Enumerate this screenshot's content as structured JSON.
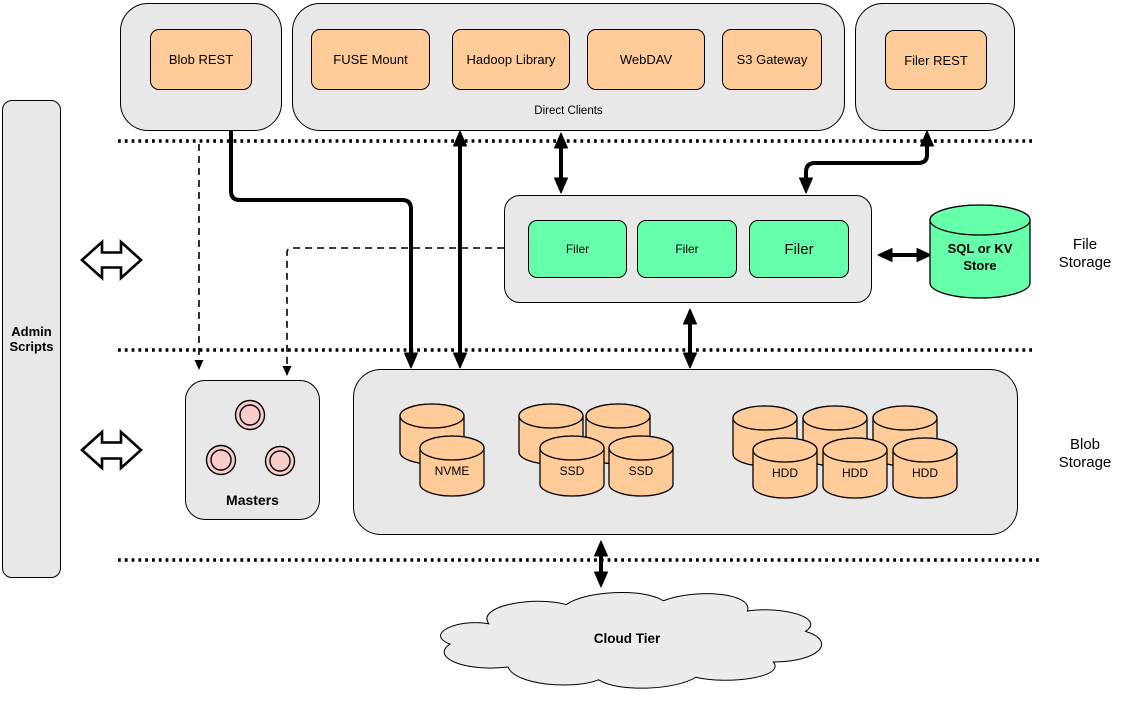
{
  "colors": {
    "box_orange": "#FFCC99",
    "box_green": "#66FFAA",
    "master_pink": "#F8CECC",
    "container_grey": "#E8E8E8",
    "cloud_grey": "#ECECEC",
    "stroke": "#000000"
  },
  "admin": {
    "label": "Admin Scripts"
  },
  "top": {
    "blob_rest": "Blob REST",
    "direct_clients_label": "Direct Clients",
    "direct_clients": [
      "FUSE Mount",
      "Hadoop Library",
      "WebDAV",
      "S3 Gateway"
    ],
    "filer_rest": "Filer REST"
  },
  "file_storage": {
    "section": "File Storage",
    "filers": [
      "Filer",
      "Filer",
      "Filer"
    ],
    "store": "SQL or KV Store"
  },
  "blob_storage": {
    "section": "Blob Storage",
    "masters": "Masters",
    "nvme": "NVME",
    "ssd": [
      "SSD",
      "SSD"
    ],
    "hdd": [
      "HDD",
      "HDD",
      "HDD"
    ]
  },
  "cloud": {
    "label": "Cloud Tier"
  }
}
